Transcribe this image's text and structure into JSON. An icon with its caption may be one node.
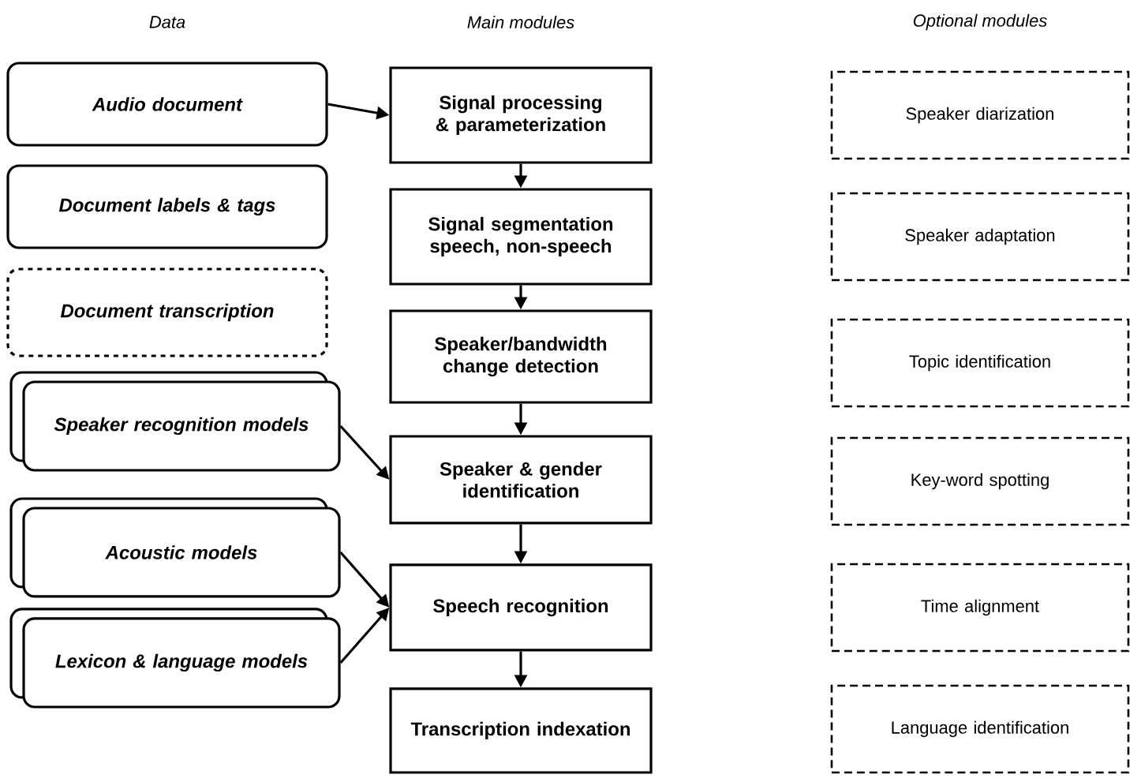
{
  "diagram": {
    "nodes": [
      {
        "text": [
          "Audio document"
        ]
      },
      {
        "text": [
          "Document labels & tags"
        ]
      },
      {
        "text": [
          "Document transcription"
        ]
      },
      {
        "text": [
          "Speaker recognition models"
        ]
      },
      {
        "text": [
          "Acoustic models"
        ]
      },
      {
        "text": [
          "Lexicon & language models"
        ]
      },
      {
        "text": [
          "Signal processing & parameterization"
        ]
      },
      {
        "text": [
          "Signal segmentation speech, non-speech"
        ]
      },
      {
        "text": [
          "Speaker/bandwidth change detection"
        ]
      },
      {
        "text": [
          "Speaker & gender identification"
        ]
      },
      {
        "text": [
          "Speech recognition"
        ]
      },
      {
        "text": [
          "Transcription indexation"
        ]
      },
      {
        "text": [
          "Speaker diarization"
        ]
      },
      {
        "text": [
          "Speaker adaptation"
        ]
      },
      {
        "text": [
          "Topic identification"
        ]
      },
      {
        "text": [
          "Key-word spotting"
        ]
      },
      {
        "text": [
          "Time alignment"
        ]
      },
      {
        "text": [
          "Language identification"
        ]
      }
    ],
    "edges": [
      {
        "from": 0,
        "to": 6,
        "arrow": "to"
      },
      {
        "from": 6,
        "to": 7,
        "arrow": "to"
      },
      {
        "from": 7,
        "to": 8,
        "arrow": "to"
      },
      {
        "from": 8,
        "to": 9,
        "arrow": "to"
      },
      {
        "from": 9,
        "to": 10,
        "arrow": "to"
      },
      {
        "from": 10,
        "to": 11,
        "arrow": "to"
      },
      {
        "from": 3,
        "to": 9,
        "arrow": "to"
      },
      {
        "from": 4,
        "to": 10,
        "arrow": "to"
      },
      {
        "from": 5,
        "to": 10,
        "arrow": "to"
      }
    ],
    "labels": [
      "Data",
      "Main modules",
      "Optional modules"
    ]
  }
}
